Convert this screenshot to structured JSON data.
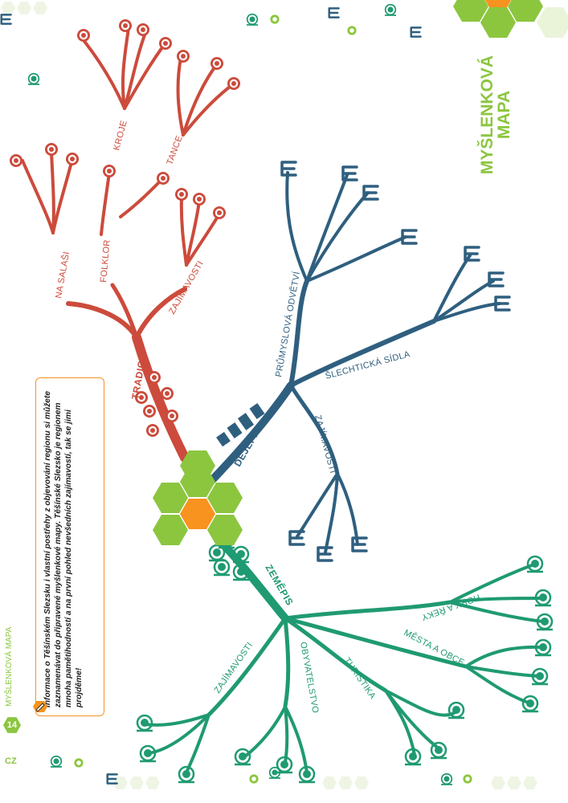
{
  "title": {
    "line1": "MYŠLENKOVÁ",
    "line2": "MAPA"
  },
  "note": {
    "text": "Informace o Těšínském Slezsku i vlastní postřehy z objevování regionu si můžete zaznamenávat do připravené myšlenkové mapy. Těšínské Slezsko je regionem mnoha pamětihodností a na první pohled nevšedních zajímavostí, tak se jimi projděme!"
  },
  "side": {
    "label": "MYŠLENKOVÁ MAPA",
    "page": "14",
    "lang": "CZ"
  },
  "branches": {
    "tradice": {
      "label": "TRADICE",
      "sub": {
        "na_salasi": "NA SALAŠI",
        "folklor": "FOLKLOR",
        "kroje": "KROJE",
        "tance": "TANCE",
        "zajimavosti": "ZAJÍMAVOSTI"
      }
    },
    "dejepis": {
      "label": "DĚJEPIS",
      "sub": {
        "prumyslova": "PRŮMYSLOVÁ ODVĚTVÍ",
        "slechticka": "ŠLECHTICKÁ SÍDLA",
        "zajimavosti": "ZAJÍMAVOSTI"
      }
    },
    "zemepis": {
      "label": "ZEMĚPIS",
      "sub": {
        "hory": "HORY A ŘEKY",
        "mesta": "MĚSTA A OBCE",
        "turistika": "TURISTIKA",
        "obyvatelstvo": "OBYVATELSTVO",
        "zajimavosti": "ZAJÍMAVOSTI"
      }
    }
  },
  "colors": {
    "tradice": "#cc4b3c",
    "dejepis": "#2f5f7f",
    "zemepis": "#1f9a72",
    "green": "#8cc63f",
    "orange": "#f7931e"
  }
}
